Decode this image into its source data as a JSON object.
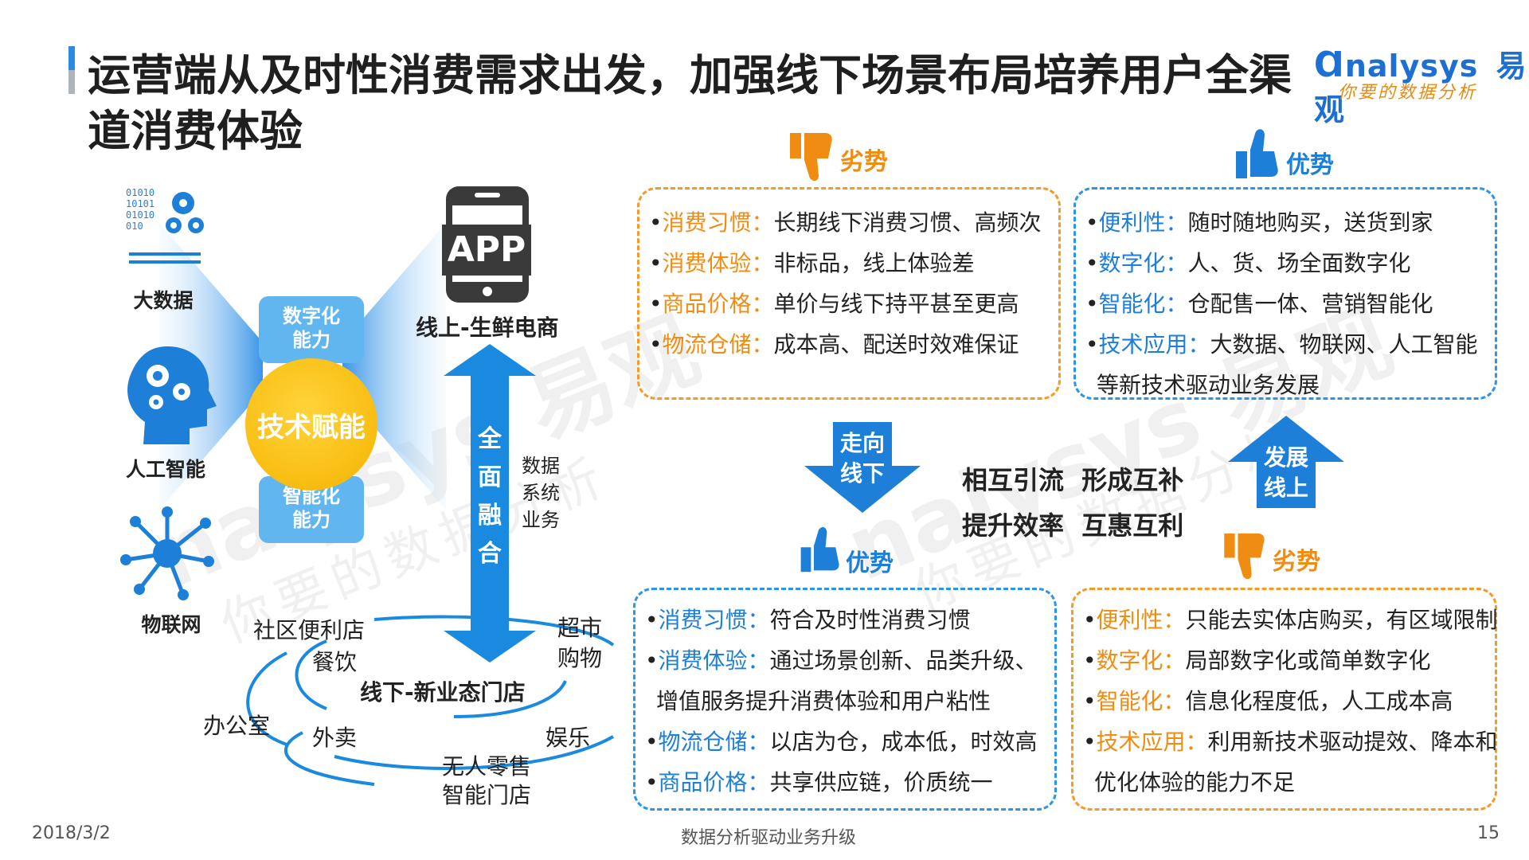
{
  "title": "运营端从及时性消费需求出发，加强线下场景布局培养用户全渠道消费体验",
  "logo": {
    "brand": "nalysys",
    "cn": "易观",
    "slogan": "你要的数据分析"
  },
  "watermark": {
    "brand": "nalysys 易观",
    "slogan": "你要的数据分析"
  },
  "left": {
    "tech_icons": [
      {
        "label": "大数据",
        "icon": "big-data-gear-icon"
      },
      {
        "label": "人工智能",
        "icon": "ai-head-gear-icon"
      },
      {
        "label": "物联网",
        "icon": "iot-network-icon"
      }
    ],
    "binary_text": "01010\n10101\n01010\n010",
    "center_label": "技术赋能",
    "top_pill": "数字化\n能力",
    "bottom_pill": "智能化\n能力",
    "app_label": "APP",
    "online_label": "线上-生鲜电商",
    "arrow_text": "全\n面\n融\n合",
    "arrow_side": "数据\n系统\n业务",
    "offline_label": "线下-新业态门店",
    "scenes": [
      "社区便利店",
      "餐饮",
      "超市\n购物",
      "办公室",
      "外卖",
      "娱乐",
      "无人零售\n智能门店"
    ]
  },
  "online_disadvantage": {
    "header": "劣势",
    "items": [
      {
        "key": "消费习惯",
        "value": "长期线下消费习惯、高频次"
      },
      {
        "key": "消费体验",
        "value": "非标品，线上体验差"
      },
      {
        "key": "商品价格",
        "value": "单价与线下持平甚至更高"
      },
      {
        "key": "物流仓储",
        "value": "成本高、配送时效难保证"
      }
    ]
  },
  "online_advantage": {
    "header": "优势",
    "items": [
      {
        "key": "便利性",
        "value": "随时随地购买，送货到家"
      },
      {
        "key": "数字化",
        "value": "人、货、场全面数字化"
      },
      {
        "key": "智能化",
        "value": "仓配售一体、营销智能化"
      },
      {
        "key": "技术应用",
        "value": "大数据、物联网、人工智能"
      }
    ],
    "continuation": "等新技术驱动业务发展"
  },
  "center": {
    "down_arrow": "走向\n线下",
    "up_arrow": "发展\n线上",
    "line1": "相互引流  形成互补",
    "line2": "提升效率  互惠互利"
  },
  "offline_advantage": {
    "header": "优势",
    "items": [
      {
        "key": "消费习惯",
        "value": "符合及时性消费习惯"
      },
      {
        "key": "消费体验",
        "value": "通过场景创新、品类升级、"
      },
      {
        "key": "",
        "value": "增值服务提升消费体验和用户粘性"
      },
      {
        "key": "物流仓储",
        "value": "以店为仓，成本低，时效高"
      },
      {
        "key": "商品价格",
        "value": "共享供应链，价质统一"
      }
    ]
  },
  "offline_disadvantage": {
    "header": "劣势",
    "items": [
      {
        "key": "便利性",
        "value": "只能去实体店购买，有区域限制"
      },
      {
        "key": "数字化",
        "value": "局部数字化或简单数字化"
      },
      {
        "key": "智能化",
        "value": "信息化程度低，人工成本高"
      },
      {
        "key": "技术应用",
        "value": "利用新技术驱动提效、降本和"
      },
      {
        "key": "",
        "value": "优化体验的能力不足"
      }
    ]
  },
  "footer": {
    "date": "2018/3/2",
    "center": "数据分析驱动业务升级",
    "page": "15"
  },
  "colors": {
    "blue": "#1d7fd8",
    "orange": "#f08c12",
    "yellow": "#f6b300"
  }
}
